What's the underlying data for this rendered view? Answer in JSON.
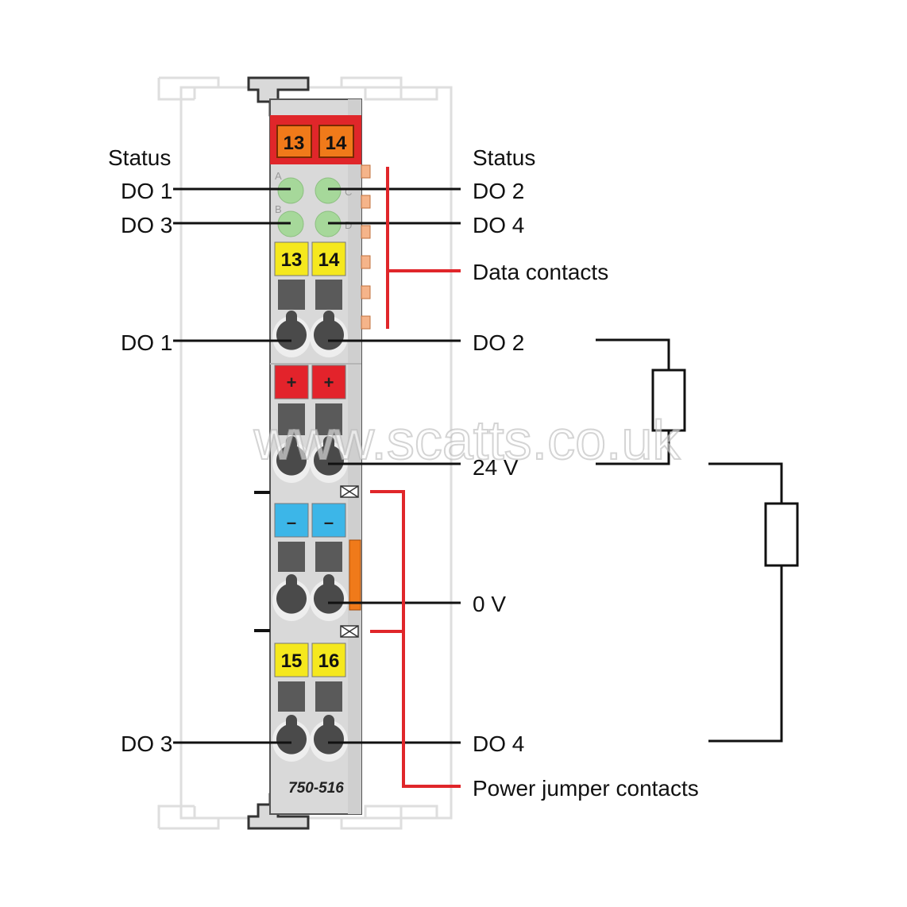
{
  "left_labels": {
    "status": "Status",
    "do1_led": "DO 1",
    "do3_led": "DO 3",
    "do1_terminal": "DO 1",
    "do3_terminal": "DO 3"
  },
  "right_labels": {
    "status": "Status",
    "do2_led": "DO 2",
    "do4_led": "DO 4",
    "data_contacts": "Data contacts",
    "do2_terminal": "DO 2",
    "v24": "24 V",
    "v0": "0 V",
    "do4_terminal": "DO 4",
    "power_jumper_contacts": "Power jumper contacts"
  },
  "module": {
    "model": "750-516",
    "header_terminals": [
      "13",
      "14"
    ],
    "terminal_row_1": [
      "13",
      "14"
    ],
    "terminal_row_2": [
      "+",
      "+"
    ],
    "terminal_row_3": [
      "–",
      "–"
    ],
    "terminal_row_4": [
      "15",
      "16"
    ],
    "led_letters": [
      "A",
      "C",
      "B",
      "D"
    ]
  },
  "watermark": "www.scatts.co.uk",
  "colors": {
    "header_red": "#e0262a",
    "terminal_orange": "#f07a1a",
    "terminal_yellow": "#f5e81e",
    "terminal_red": "#e3232b",
    "terminal_blue": "#3cb6e8",
    "led_green": "#a6d89a",
    "housing_grey": "#d9d9d9",
    "leader_red": "#e0262a"
  }
}
